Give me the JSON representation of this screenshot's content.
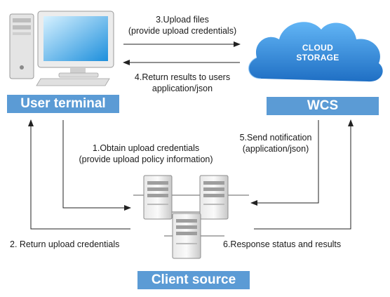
{
  "nodes": {
    "user_terminal": "User terminal",
    "wcs": "WCS",
    "client_source": "Client source"
  },
  "cloud": {
    "line1": "CLOUD",
    "line2": "STORAGE"
  },
  "steps": {
    "step3": {
      "line1": "3.Upload files",
      "line2": "(provide upload credentials)"
    },
    "step4": {
      "line1": "4.Return results to users",
      "line2": "application/json"
    },
    "step1": {
      "line1": "1.Obtain upload credentials",
      "line2": "(provide upload policy information)"
    },
    "step5": {
      "line1": "5.Send notification",
      "line2": "(application/json)"
    },
    "step2": "2. Return upload credentials",
    "step6": "6.Response status and results"
  },
  "colors": {
    "node_box": "#5b9bd5",
    "cloud": "#2e86d8",
    "arrow": "#222222"
  }
}
